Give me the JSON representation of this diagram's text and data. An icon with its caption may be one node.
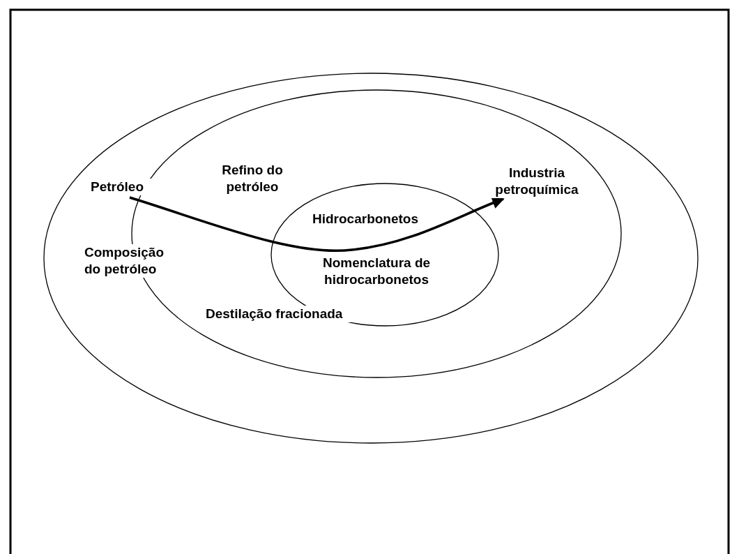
{
  "diagram": {
    "nodes": [
      {
        "text": [],
        "shape": "ellipse"
      },
      {
        "text": [],
        "shape": "ellipse",
        "in": 0
      },
      {
        "text": [],
        "shape": "ellipse",
        "in": 1
      },
      {
        "text": [
          "Petróleo"
        ],
        "in": 0
      },
      {
        "text": [
          "Refino do petróleo"
        ],
        "in": 1
      },
      {
        "text": [
          "Composição do petróleo"
        ],
        "in": 0
      },
      {
        "text": [
          "Hidrocarbonetos"
        ],
        "in": 2
      },
      {
        "text": [
          "Nomenclatura de hidrocarbonetos"
        ],
        "in": 2
      },
      {
        "text": [
          "Destilação fracionada"
        ],
        "in": 1
      },
      {
        "text": [
          "Industria petroquímica"
        ],
        "in": 1
      }
    ],
    "edges": [
      {
        "from": 3,
        "to": 9,
        "arrow": "to"
      }
    ]
  }
}
